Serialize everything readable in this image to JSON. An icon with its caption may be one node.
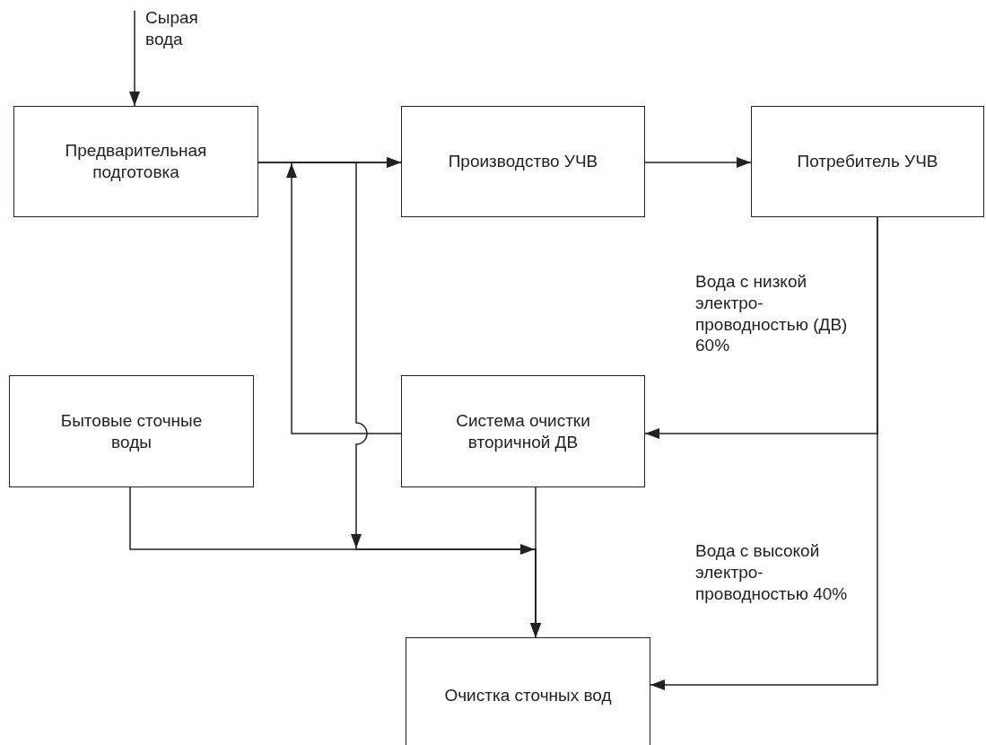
{
  "diagram": {
    "nodes": [
      {
        "text": [
          "Сырая вода"
        ]
      },
      {
        "text": [
          "Предварительная подготовка"
        ]
      },
      {
        "text": [
          "Производство УЧВ"
        ]
      },
      {
        "text": [
          "Потребитель УЧВ"
        ]
      },
      {
        "text": [
          "Бытовые сточные воды"
        ]
      },
      {
        "text": [
          "Система очистки вторичной ДВ"
        ]
      },
      {
        "text": [
          "Очистка сточных вод"
        ]
      }
    ],
    "edges": [
      {
        "from": 0,
        "to": 1,
        "arrow": "to"
      },
      {
        "from": 1,
        "to": 2,
        "arrow": "to"
      },
      {
        "from": 2,
        "to": 3,
        "arrow": "to"
      },
      {
        "from": 3,
        "to": 5,
        "arrow": "to",
        "label": "Вода с низкой электро- проводностью (ДВ) 60%"
      },
      {
        "from": 3,
        "to": 6,
        "arrow": "to",
        "label": "Вода с высокой электро- проводностью 40%"
      },
      {
        "from": 5,
        "to": 2,
        "arrow": "to"
      },
      {
        "from": 1,
        "to": 6,
        "arrow": "to"
      },
      {
        "from": 4,
        "to": 6,
        "arrow": "to"
      },
      {
        "from": 5,
        "to": 6,
        "arrow": "to"
      }
    ]
  }
}
